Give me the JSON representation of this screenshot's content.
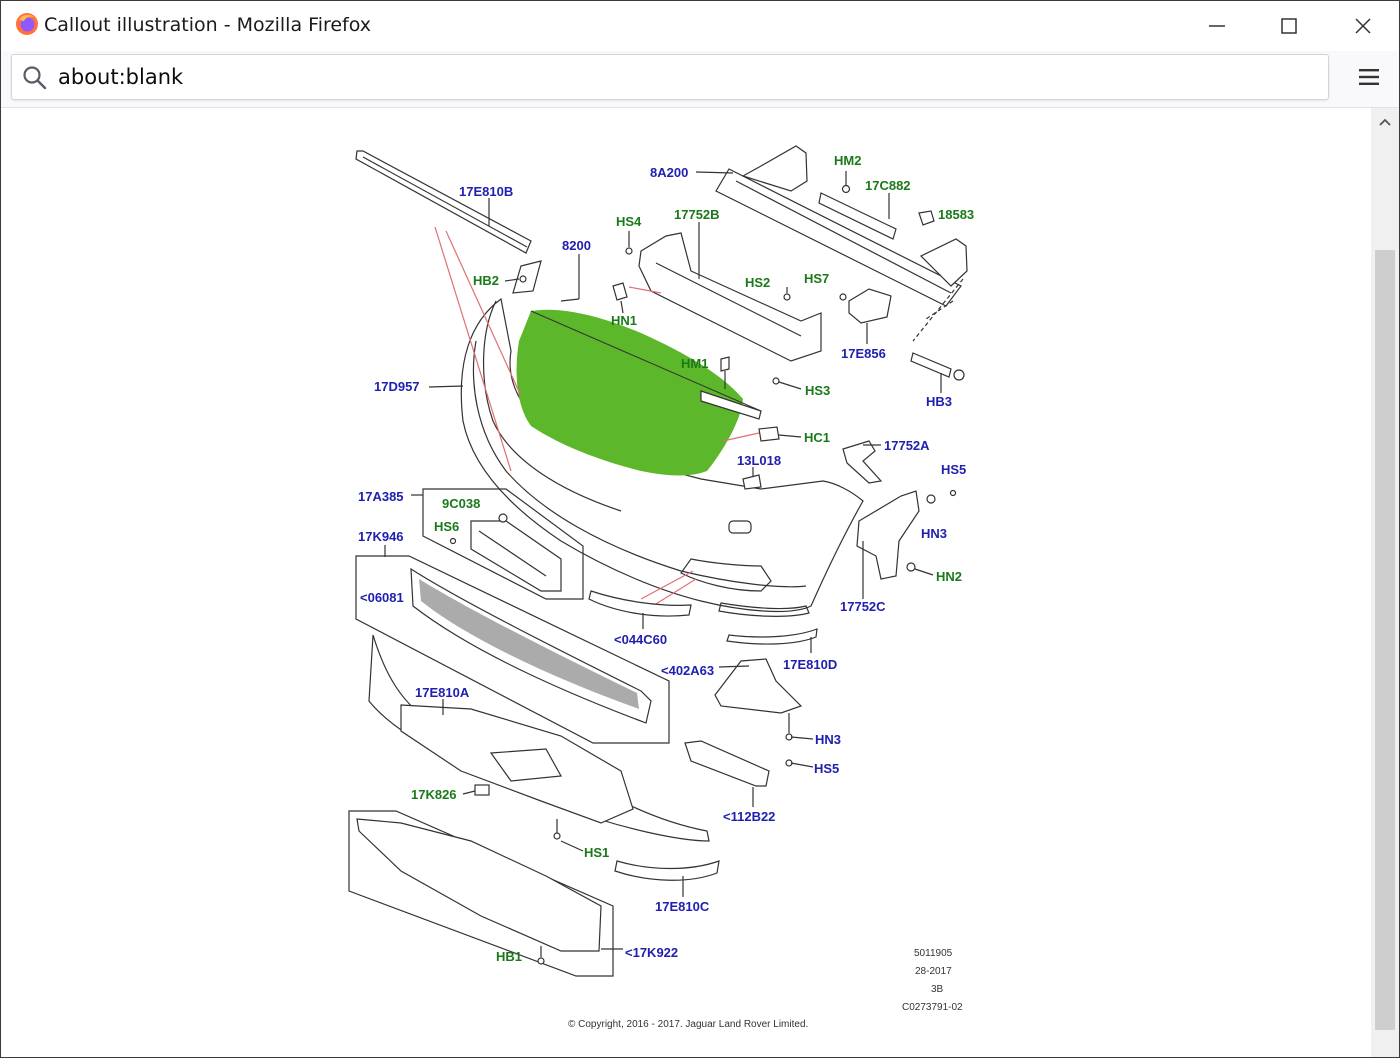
{
  "window": {
    "title": "Callout illustration - Mozilla Firefox",
    "controls": [
      "minimize",
      "maximize",
      "close"
    ]
  },
  "toolbar": {
    "url": "about:blank",
    "search_icon": "search-icon",
    "menu_icon": "hamburger-menu-icon"
  },
  "colors": {
    "highlight": "#5cb82a",
    "part_label": "#2020b0",
    "fastener_label": "#1a7a1a"
  },
  "diagram": {
    "labels_blue": {
      "l_17E810B": "17E810B",
      "l_8A200": "8A200",
      "l_8200": "8200",
      "l_17D957": "17D957",
      "l_17E856": "17E856",
      "l_17752A": "17752A",
      "l_13L018": "13L018",
      "l_17A385": "17A385",
      "l_17K946": "17K946",
      "l_06081": "<06081",
      "l_044C60": "<044C60",
      "l_402A63": "<402A63",
      "l_17E810D": "17E810D",
      "l_17E810A": "17E810A",
      "l_17752C": "17752C",
      "l_112B22": "<112B22",
      "l_17E810C": "17E810C",
      "l_17K922": "<17K922",
      "l_HN3b": "HN3",
      "l_HS5b": "HS5",
      "l_HB3": "HB3",
      "l_HN3": "HN3",
      "l_HS5": "HS5"
    },
    "labels_green": {
      "l_HM2": "HM2",
      "l_17C882": "17C882",
      "l_18583": "18583",
      "l_HS4": "HS4",
      "l_17752B": "17752B",
      "l_HB2": "HB2",
      "l_HN1": "HN1",
      "l_HS2": "HS2",
      "l_HS7": "HS7",
      "l_HM1": "HM1",
      "l_HS3": "HS3",
      "l_HC1": "HC1",
      "l_9C038": "9C038",
      "l_HS6": "HS6",
      "l_HN2": "HN2",
      "l_17K826": "17K826",
      "l_HS1": "HS1",
      "l_HB1": "HB1"
    },
    "reference": {
      "line1": "5011905",
      "line2": "28-2017",
      "line3": "3B",
      "line4": "C0273791-02"
    },
    "copyright": "© Copyright, 2016 - 2017. Jaguar Land Rover Limited."
  }
}
